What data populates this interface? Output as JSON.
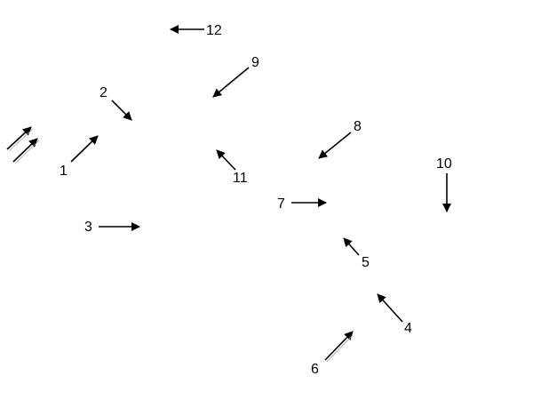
{
  "colors": {
    "stroke": "#000000",
    "background": "#ffffff"
  },
  "arrows": [
    {
      "id": "1",
      "label": "1",
      "icon": "arrow-up-right-icon"
    },
    {
      "id": "2",
      "label": "2",
      "icon": "arrow-down-right-icon"
    },
    {
      "id": "3",
      "label": "3",
      "icon": "arrow-right-icon"
    },
    {
      "id": "4",
      "label": "4",
      "icon": "arrow-up-left-icon"
    },
    {
      "id": "5",
      "label": "5",
      "icon": "arrow-up-left-icon"
    },
    {
      "id": "6",
      "label": "6",
      "icon": "arrow-up-right-icon"
    },
    {
      "id": "7",
      "label": "7",
      "icon": "arrow-right-icon"
    },
    {
      "id": "8",
      "label": "8",
      "icon": "arrow-down-left-icon"
    },
    {
      "id": "9",
      "label": "9",
      "icon": "arrow-down-left-icon"
    },
    {
      "id": "10",
      "label": "10",
      "icon": "arrow-down-icon"
    },
    {
      "id": "11",
      "label": "11",
      "icon": "arrow-up-left-icon"
    },
    {
      "id": "12",
      "label": "12",
      "icon": "arrow-left-icon"
    }
  ],
  "legend_icon": "double-arrow-up-right-icon"
}
